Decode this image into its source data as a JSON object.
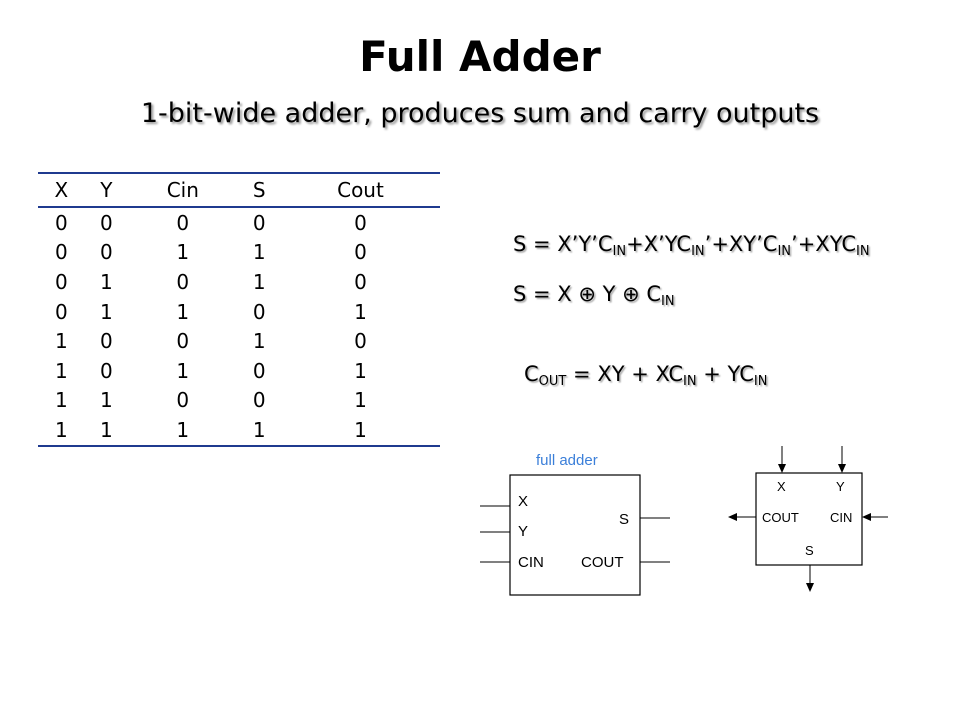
{
  "title": "Full Adder",
  "subtitle": "1-bit-wide adder, produces sum and carry outputs",
  "truth_table": {
    "headers": [
      "X",
      "Y",
      "Cin",
      "S",
      "Cout"
    ],
    "rows": [
      [
        "0",
        "0",
        "0",
        "0",
        "0"
      ],
      [
        "0",
        "0",
        "1",
        "1",
        "0"
      ],
      [
        "0",
        "1",
        "0",
        "1",
        "0"
      ],
      [
        "0",
        "1",
        "1",
        "0",
        "1"
      ],
      [
        "1",
        "0",
        "0",
        "1",
        "0"
      ],
      [
        "1",
        "0",
        "1",
        "0",
        "1"
      ],
      [
        "1",
        "1",
        "0",
        "0",
        "1"
      ],
      [
        "1",
        "1",
        "1",
        "1",
        "1"
      ]
    ]
  },
  "equations": {
    "sum_sop": [
      {
        "t": "S = X’Y’C"
      },
      {
        "t": "IN",
        "sub": true
      },
      {
        "t": "+X’YC"
      },
      {
        "t": "IN",
        "sub": true
      },
      {
        "t": "’+XY’C"
      },
      {
        "t": "IN",
        "sub": true
      },
      {
        "t": "’+XYC"
      },
      {
        "t": "IN",
        "sub": true
      }
    ],
    "sum_xor": [
      {
        "t": "S = X ⊕ Y ⊕ C"
      },
      {
        "t": "IN",
        "sub": true
      }
    ],
    "cout": [
      {
        "t": "C"
      },
      {
        "t": "OUT",
        "sub": true
      },
      {
        "t": " = XY + XC"
      },
      {
        "t": "IN",
        "sub": true
      },
      {
        "t": " + YC"
      },
      {
        "t": "IN",
        "sub": true
      }
    ]
  },
  "diagram_left": {
    "caption": "full adder",
    "inputs": [
      "X",
      "Y",
      "CIN"
    ],
    "outputs": [
      "S",
      "COUT"
    ]
  },
  "diagram_right": {
    "top_labels": [
      "X",
      "Y"
    ],
    "left_label": "COUT",
    "right_label": "CIN",
    "bottom_label": "S"
  },
  "colors": {
    "table_rule": "#1f3a8f",
    "caption_blue": "#3b7fd9"
  }
}
